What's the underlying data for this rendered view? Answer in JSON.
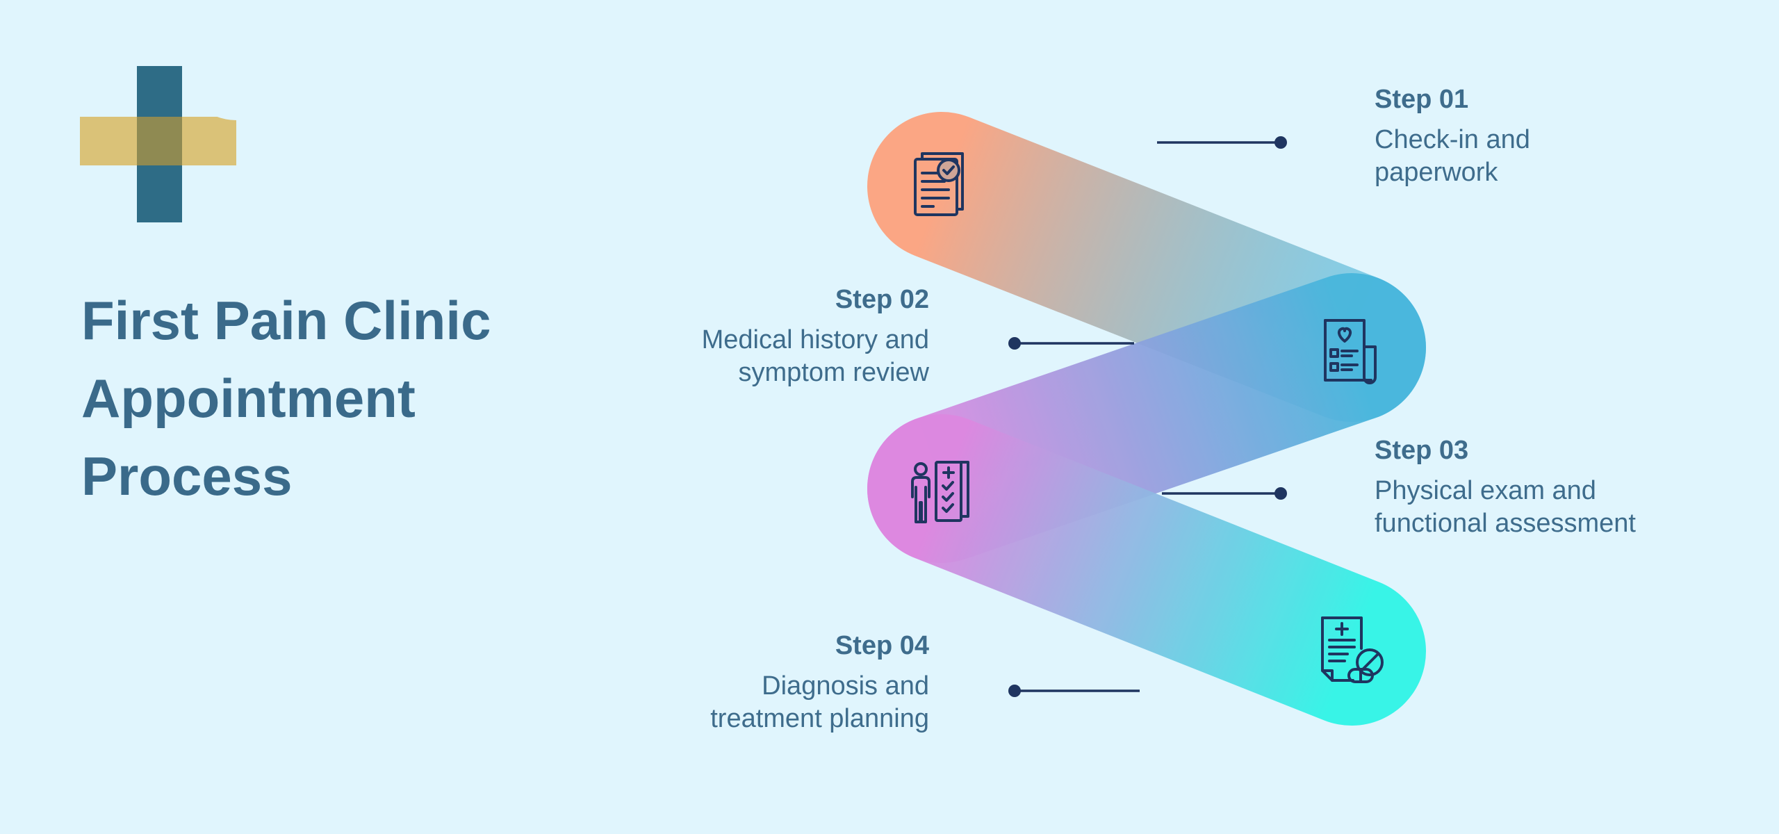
{
  "title": {
    "line1": "First Pain Clinic",
    "line2": "Appointment",
    "line3": "Process"
  },
  "colors": {
    "background": "#e0f5fd",
    "title": "#3a6a8a",
    "text": "#3e6c8c",
    "connector": "#1f3560",
    "logo_gold": "#d8b860",
    "logo_teal": "#2e6c86",
    "gradient_step1": "#fba684",
    "gradient_step2": "#46b6dc",
    "gradient_step3": "#dd88e0",
    "gradient_step4": "#30f4e6"
  },
  "steps": [
    {
      "number": "Step 01",
      "desc1": "Check-in and",
      "desc2": "paperwork",
      "icon": "document-check-icon"
    },
    {
      "number": "Step 02",
      "desc1": "Medical history and",
      "desc2": "symptom review",
      "icon": "medical-record-icon"
    },
    {
      "number": "Step 03",
      "desc1": "Physical exam and",
      "desc2": "functional assessment",
      "icon": "patient-checklist-icon"
    },
    {
      "number": "Step 04",
      "desc1": "Diagnosis and",
      "desc2": "treatment planning",
      "icon": "prescription-pills-icon"
    }
  ]
}
